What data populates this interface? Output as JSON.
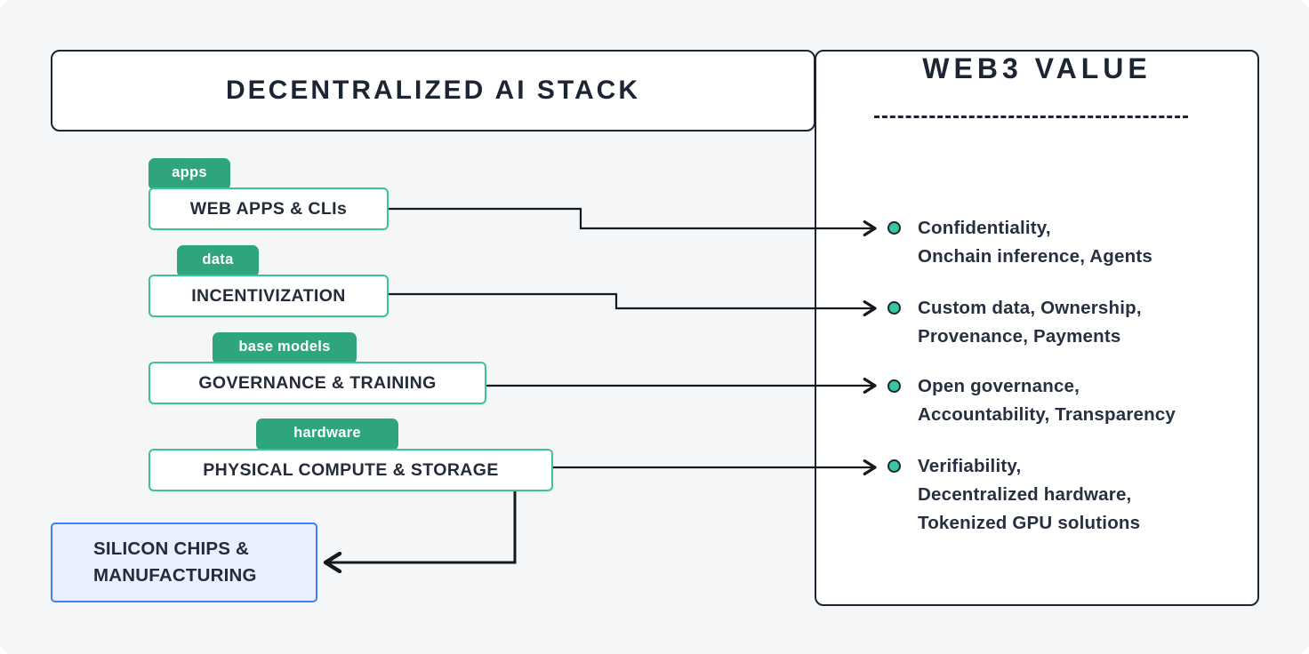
{
  "title_panel": {
    "title": "DECENTRALIZED AI STACK"
  },
  "stack": {
    "layers": [
      {
        "tag": "apps",
        "label": "WEB APPS & CLIs"
      },
      {
        "tag": "data",
        "label": "INCENTIVIZATION"
      },
      {
        "tag": "base models",
        "label": "GOVERNANCE & TRAINING"
      },
      {
        "tag": "hardware",
        "label": "PHYSICAL COMPUTE & STORAGE"
      }
    ],
    "external_box": {
      "lines": [
        "SILICON CHIPS &",
        "MANUFACTURING"
      ]
    }
  },
  "web3_panel": {
    "title": "WEB3 VALUE",
    "items": [
      {
        "lines": [
          "Confidentiality,",
          "Onchain inference, Agents"
        ]
      },
      {
        "lines": [
          "Custom data, Ownership,",
          "Provenance, Payments"
        ]
      },
      {
        "lines": [
          "Open governance,",
          "Accountability, Transparency"
        ]
      },
      {
        "lines": [
          "Verifiability,",
          "Decentralized hardware,",
          "Tokenized GPU solutions"
        ]
      }
    ]
  },
  "colors": {
    "background": "#f5f6f8",
    "dark_border": "#1d2433",
    "tag_teal": "#2ea57f",
    "box_border_mint": "#3ec29a",
    "bullet_green": "#38c79e",
    "blue_border": "#3b82f6",
    "blue_fill": "#e9effd",
    "text_dark": "#242b39"
  }
}
